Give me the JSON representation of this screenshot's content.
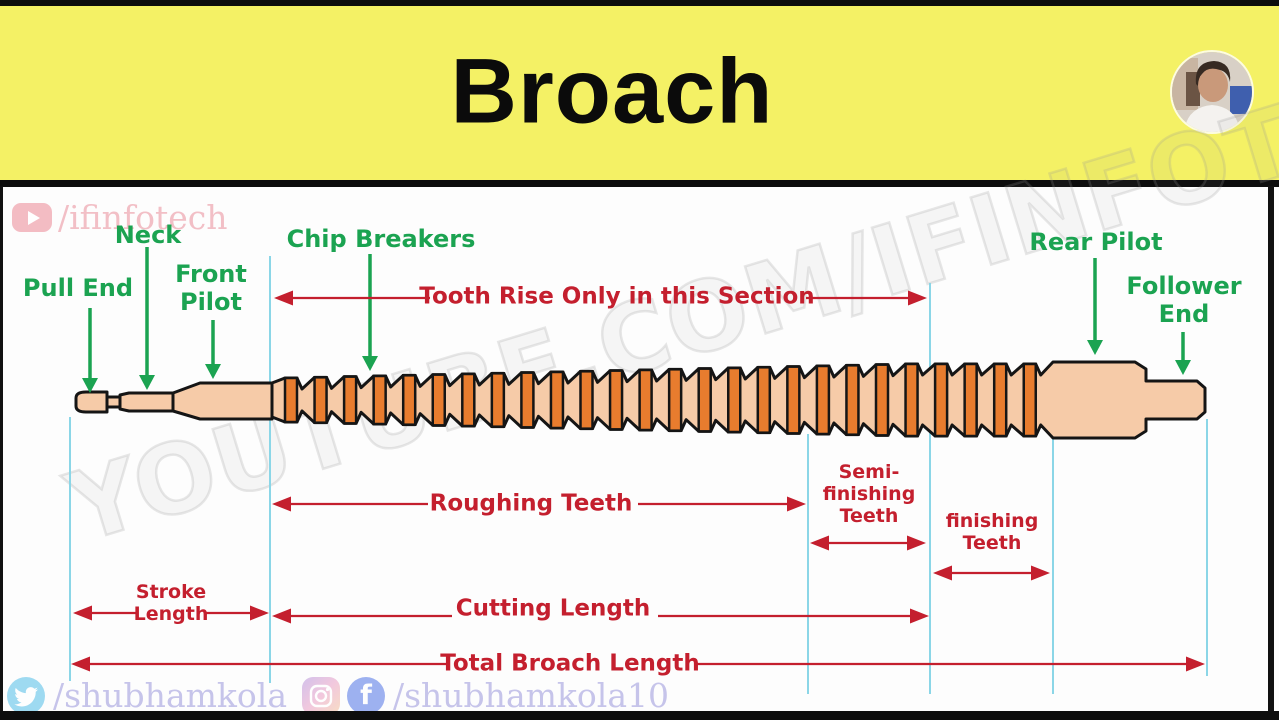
{
  "header": {
    "title": "Broach"
  },
  "watermarks": {
    "youtube_handle": "/ifinfotech",
    "diagonal": "YOUTUBE.COM/IFINFOTECH",
    "twitter_handle": "/shubhamkola",
    "facebook_handle": "/shubhamkola10"
  },
  "diagram": {
    "part_labels": {
      "pull_end": "Pull End",
      "neck": "Neck",
      "front_pilot": "Front\nPilot",
      "chip_breakers": "Chip Breakers",
      "rear_pilot": "Rear Pilot",
      "follower_end": "Follower\nEnd"
    },
    "dimension_labels": {
      "tooth_rise": "Tooth Rise Only in this Section",
      "roughing": "Roughing Teeth",
      "semi_finishing": "Semi-\nfinishing\nTeeth",
      "finishing": "finishing\nTeeth",
      "stroke_length": "Stroke\nLength",
      "cutting_length": "Cutting Length",
      "total_length": "Total Broach Length"
    }
  },
  "colors": {
    "header_bg": "#f4f165",
    "body_fill": "#f6cba8",
    "tooth_fill": "#e87c2e",
    "outline": "#151515",
    "label_green": "#1ba351",
    "dimension_red": "#c41f2e",
    "extension_line_cyan": "#8bd6e7",
    "watermark_pink": "#f2bfc6",
    "watermark_lavender": "#c6c4ea"
  }
}
